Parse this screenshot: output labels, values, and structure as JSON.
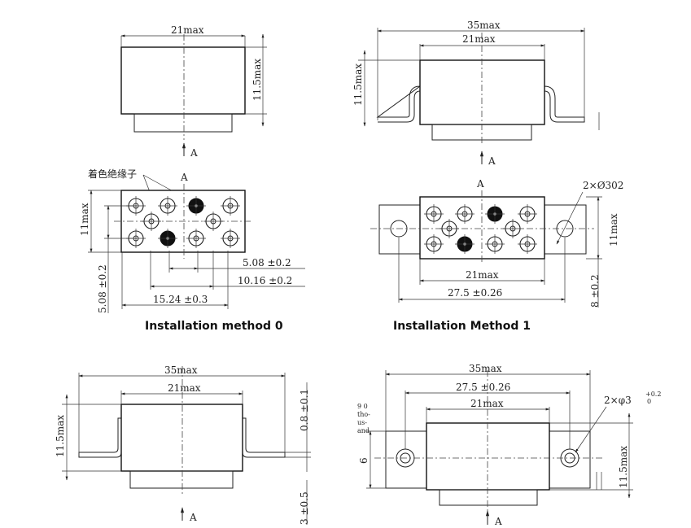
{
  "views": {
    "m0_front": {
      "width_label": "21max",
      "height_label": "11.5max",
      "view_label": "A"
    },
    "m0_bottom": {
      "insulator_label": "着色绝缘子",
      "view_label": "A",
      "height_label": "11max",
      "pitch1_label": "5.08 ±0.2",
      "pitch2_label": "10.16 ±0.2",
      "pitch3_label": "15.24 ±0.3",
      "vpitch_label": "5.08 ±0.2"
    },
    "m1_front": {
      "overall_label": "35max",
      "width_label": "21max",
      "height_label": "11.5max",
      "view_label": "A"
    },
    "m1_bottom": {
      "view_label": "A",
      "hole_label": "2×Ø302",
      "height_label": "11max",
      "width_label": "21max",
      "spacing_label": "27.5 ±0.26",
      "vdim_label": "8 ±0.2"
    },
    "m2_front": {
      "overall_label": "35max",
      "width_label": "21max",
      "height_label": "11.5max",
      "tab_label": "0.8 ±0.1",
      "lower_label": "3 ±0.5",
      "view_label": "A"
    },
    "m3_front": {
      "overall_label": "35max",
      "spacing_label": "27.5 ±0.26",
      "width_label": "21max",
      "hole_label": "2×φ3",
      "hole_tol_upper": "+0.2",
      "hole_tol_lower": "0",
      "height_label": "11.5max",
      "left_label": "6",
      "note_lines": [
        "9 0",
        "tho-",
        "us-",
        "and"
      ],
      "view_label": "A"
    }
  },
  "captions": {
    "method0": "Installation method 0",
    "method1": "Installation Method 1"
  }
}
